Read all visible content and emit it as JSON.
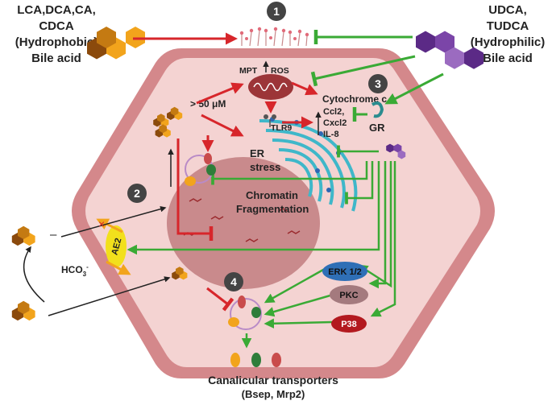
{
  "left_header": {
    "line1": "LCA,DCA,CA,",
    "line2": "CDCA",
    "line3": "(Hydrophobic)",
    "line4": "Bile acid"
  },
  "right_header": {
    "line1": "UDCA,",
    "line2": "TUDCA",
    "line3": "(Hydrophilic)",
    "line4": "Bile acid"
  },
  "steps": [
    "1",
    "2",
    "3",
    "4"
  ],
  "cell_labels": {
    "concentration": "> 50  μM",
    "mpt": "MPT",
    "ros": "ROS",
    "cytochrome": "Cytochrome c",
    "tlr9": "TLR9",
    "cytokine1": "Ccl2,",
    "cytokine2": "Cxcl2",
    "cytokine3": "IL-8",
    "gr": "GR",
    "er1": "ER",
    "er2": "stress",
    "chromatin1": "Chromatin",
    "chromatin2": "Fragmentation",
    "ae2": "AE2",
    "hco3": "HCO",
    "hco3_sub": "3",
    "hco3_sup": "-",
    "minus": "–",
    "erk": "ERK 1/2",
    "pkc": "PKC",
    "p38": "P38"
  },
  "bottom": {
    "line1": "Canalicular transporters",
    "line2": "(Bsep, Mrp2)"
  },
  "colors": {
    "hydrophobic_dark": "#8B4A0C",
    "hydrophobic_light": "#F2A41C",
    "hydrophilic_dark": "#5B2A86",
    "hydrophilic_light": "#9B6BC0",
    "inhibit_red": "#D7262B",
    "activate_green": "#3AAA35",
    "cell_outer": "#D4888B",
    "cell_inner": "#F4D3D2",
    "nucleus": "#C98A8C",
    "erk": "#2F6FB6",
    "pkc": "#A47A7E",
    "p38": "#B3191F"
  }
}
